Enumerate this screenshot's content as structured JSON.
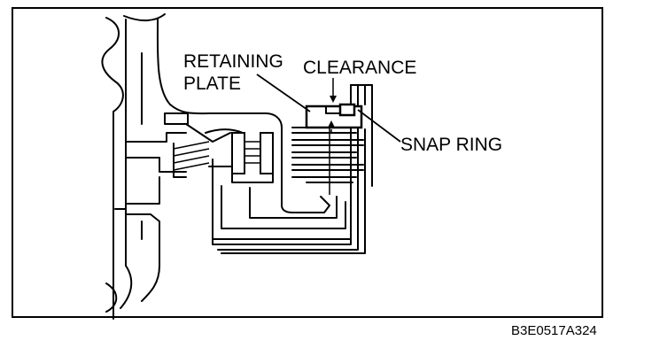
{
  "labels": {
    "retaining_plate_line1": "RETAINING",
    "retaining_plate_line2": "PLATE",
    "clearance": "CLEARANCE",
    "snap_ring": "SNAP RING"
  },
  "figure_code": "B3E0517A324"
}
